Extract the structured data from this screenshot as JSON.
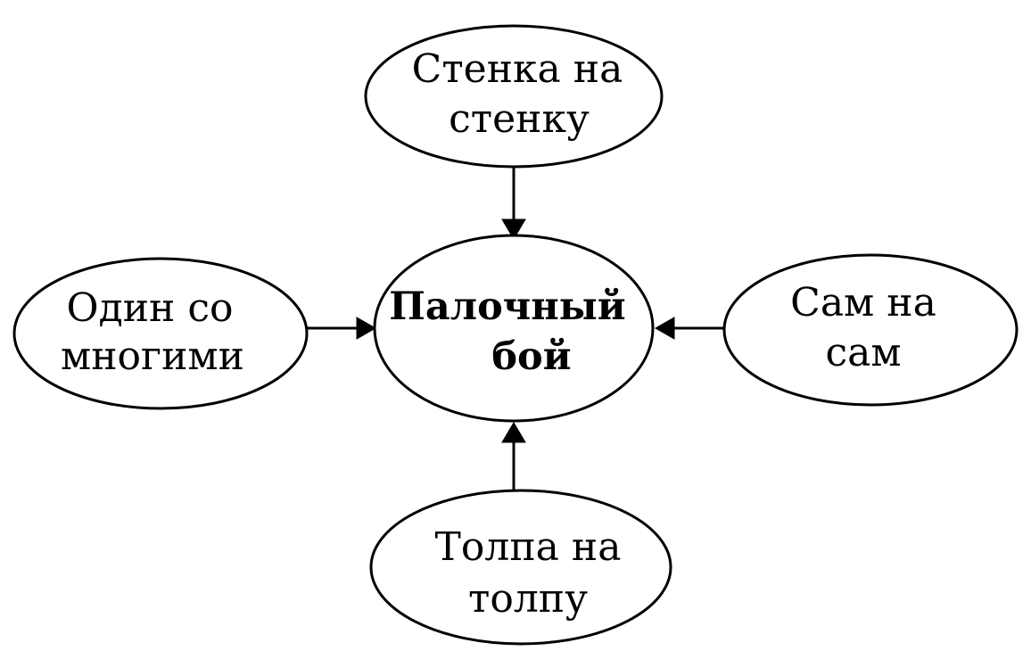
{
  "colors": {
    "stroke": "#000000",
    "fill": "#ffffff",
    "text": "#000000"
  },
  "nodes": {
    "center": {
      "line1": "Палочный",
      "line2": "бой"
    },
    "top": {
      "line1": "Стенка на",
      "line2": "стенку"
    },
    "left": {
      "line1": "Один со",
      "line2": "многими"
    },
    "right": {
      "line1": "Сам на",
      "line2": "сам"
    },
    "bottom": {
      "line1": "Толпа на",
      "line2": "толпу"
    }
  },
  "edges": [
    {
      "from": "top",
      "to": "center"
    },
    {
      "from": "left",
      "to": "center"
    },
    {
      "from": "right",
      "to": "center"
    },
    {
      "from": "bottom",
      "to": "center"
    }
  ]
}
